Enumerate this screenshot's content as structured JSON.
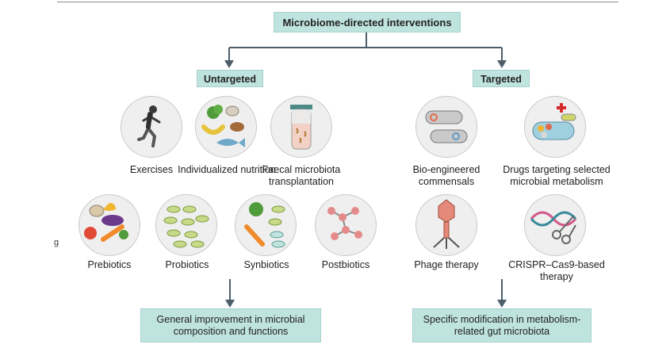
{
  "title": "Microbiome-directed interventions",
  "categories": {
    "untargeted": "Untargeted",
    "targeted": "Targeted"
  },
  "untargeted_items": [
    {
      "label": "Exercises",
      "icon": "runner-icon"
    },
    {
      "label": "Individualized nutrition",
      "icon": "food-icon"
    },
    {
      "label": "Faecal microbiota transplantation",
      "icon": "sample-tube-icon"
    },
    {
      "label": "Prebiotics",
      "icon": "vegetables-icon"
    },
    {
      "label": "Probiotics",
      "icon": "bacteria-icon"
    },
    {
      "label": "Synbiotics",
      "icon": "bacteria-vegetables-icon"
    },
    {
      "label": "Postbiotics",
      "icon": "molecule-icon"
    }
  ],
  "targeted_items": [
    {
      "label": "Bio-engineered commensals",
      "icon": "engineered-bacteria-icon"
    },
    {
      "label": "Drugs targeting selected microbial metabolism",
      "icon": "drug-bacteria-icon"
    },
    {
      "label": "Phage therapy",
      "icon": "phage-icon"
    },
    {
      "label": "CRISPR–Cas9-based therapy",
      "icon": "dna-scissors-icon"
    }
  ],
  "outcomes": {
    "untargeted": "General improvement in microbial composition and functions",
    "targeted": "Specific modification in metabolism-related gut microbiota"
  },
  "edge_mark": "g",
  "colors": {
    "box_fill": "#bfe3de",
    "arrow": "#4d5e6a",
    "circle_fill": "#efefef"
  }
}
